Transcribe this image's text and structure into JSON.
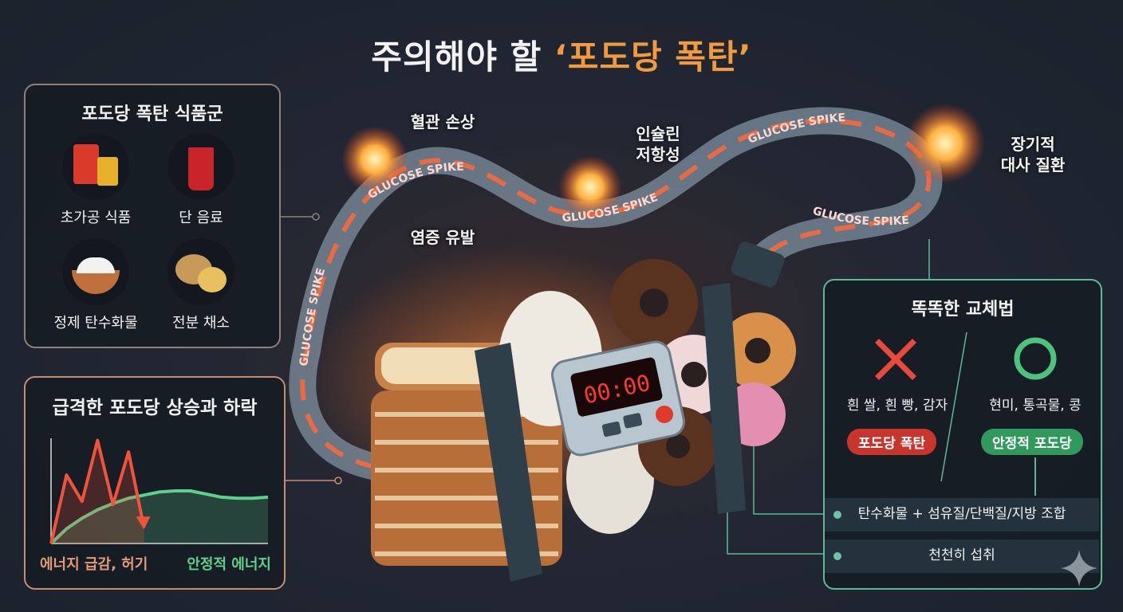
{
  "title": {
    "prefix": "주의해야 할 ",
    "highlight": "‘포도당 폭탄’"
  },
  "food_groups": {
    "title": "포도당 폭탄 식품군",
    "items": [
      {
        "label": "초가공 식품",
        "icon": "chips-fries-icon"
      },
      {
        "label": "단 음료",
        "icon": "soda-cup-icon"
      },
      {
        "label": "정제 탄수화물",
        "icon": "flour-bowl-icon"
      },
      {
        "label": "전분 채소",
        "icon": "potato-icon"
      }
    ]
  },
  "glucose_chart": {
    "title": "급격한 포도당 상승과 하락",
    "left_label": "에너지 급감, 허기",
    "right_label": "안정적 에너지"
  },
  "chart_data": {
    "type": "line",
    "title": "급격한 포도당 상승과 하락",
    "xlabel": "",
    "ylabel": "",
    "x": [
      0,
      1,
      2,
      3,
      4,
      5,
      6,
      7,
      8,
      9,
      10,
      11,
      12,
      13,
      14
    ],
    "series": [
      {
        "name": "에너지 급감, 허기",
        "color": "#f0533c",
        "values": [
          0,
          6.5,
          4,
          9.8,
          3.7,
          8.7,
          1.5,
          null,
          null,
          null,
          null,
          null,
          null,
          null,
          null
        ]
      },
      {
        "name": "안정적 에너지",
        "color": "#5fd08c",
        "values": [
          0,
          1.4,
          2.4,
          3.2,
          3.8,
          4.3,
          4.6,
          4.9,
          5.0,
          5.0,
          4.7,
          4.4,
          4.3,
          4.3,
          4.4
        ]
      }
    ],
    "ylim": [
      0,
      10
    ]
  },
  "tube": {
    "spike_label": "GLUCOSE SPIKE"
  },
  "effects": {
    "vascular": "혈관 손상",
    "insulin_line1": "인슐린",
    "insulin_line2": "저항성",
    "inflammation": "염증 유발",
    "metabolic_line1": "장기적",
    "metabolic_line2": "대사 질환"
  },
  "timer": {
    "display": "00:00"
  },
  "swap": {
    "title": "똑똑한 교체법",
    "bad_foods": "흰 쌀, 흰 빵, 감자",
    "bad_tag": "포도당 폭탄",
    "good_foods": "현미, 통곡물, 콩",
    "good_tag": "안정적 포도당",
    "tip1": "탄수화물 + 섬유질/단백질/지방 조합",
    "tip2": "천천히 섭취"
  },
  "colors": {
    "orange": "#f29a3e",
    "red": "#e0473a",
    "green": "#3fae6a",
    "teal": "#5fb89a"
  }
}
